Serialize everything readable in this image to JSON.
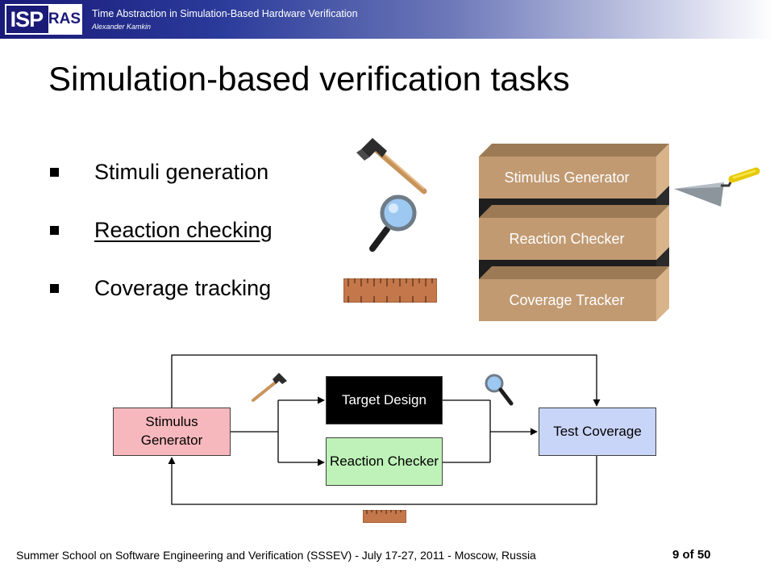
{
  "header": {
    "logo_left": "ISP",
    "logo_right": "RAS",
    "title": "Time Abstraction in Simulation-Based Hardware Verification",
    "author": "Alexander Kamkin"
  },
  "slide": {
    "title": "Simulation-based verification tasks",
    "bullets": [
      "Stimuli generation",
      "Reaction checking",
      "Coverage tracking"
    ]
  },
  "stack": {
    "layers": [
      "Stimulus Generator",
      "Reaction Checker",
      "Coverage Tracker"
    ],
    "colors": {
      "layer_front": "#c19a72",
      "layer_side": "#d9b48a",
      "gap": "#1e1e1e"
    }
  },
  "diagram": {
    "stimulus_generator": "Stimulus Generator",
    "target_design": "Target Design",
    "reaction_checker": "Reaction Checker",
    "test_coverage": "Test Coverage",
    "colors": {
      "stimulus_generator": "#f7b8bd",
      "target_design": "#000000",
      "reaction_checker": "#bff2b8",
      "test_coverage": "#c9d5f8"
    }
  },
  "icons": {
    "hammer": "hammer-icon",
    "magnifier": "magnifier-icon",
    "ruler": "ruler-icon",
    "trowel": "trowel-icon"
  },
  "footer": {
    "left": "Summer School on Software Engineering and Verification (SSSEV) - July 17-27, 2011 - Moscow, Russia",
    "page": "9 of 50"
  }
}
